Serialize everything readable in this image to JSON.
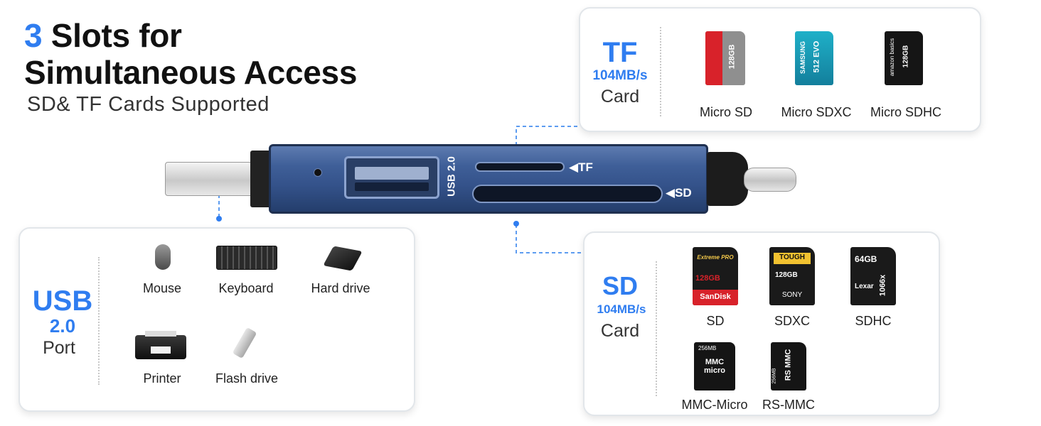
{
  "headline": {
    "number": "3",
    "line1_rest": " Slots for",
    "line2": "Simultaneous Access",
    "subtitle": "SD& TF Cards Supported"
  },
  "device": {
    "usb_label": "USB 2.0",
    "tf_slot_label": "◀TF",
    "sd_slot_label": "◀SD"
  },
  "tf_panel": {
    "title": "TF",
    "speed": "104MB/s",
    "card": "Card",
    "cards": [
      {
        "name": "Micro SD",
        "art_text": "128GB"
      },
      {
        "name": "Micro SDXC",
        "art_text": "512 EVO",
        "brand": "SAMSUNG"
      },
      {
        "name": "Micro SDHC",
        "art_text": "128GB",
        "brand": "amazon basics"
      }
    ]
  },
  "usb_panel": {
    "title": "USB",
    "version": "2.0",
    "port": "Port",
    "devices": [
      {
        "name": "Mouse"
      },
      {
        "name": "Keyboard"
      },
      {
        "name": "Hard drive"
      },
      {
        "name": "Printer"
      },
      {
        "name": "Flash drive"
      }
    ]
  },
  "sd_panel": {
    "title": "SD",
    "speed": "104MB/s",
    "card": "Card",
    "cards": [
      {
        "name": "SD",
        "brand": "SanDisk",
        "line": "Extreme PRO",
        "capacity": "128GB"
      },
      {
        "name": "SDXC",
        "brand": "SONY",
        "line": "TOUGH",
        "capacity": "128GB"
      },
      {
        "name": "SDHC",
        "brand": "Lexar",
        "line": "1066x",
        "capacity": "64GB"
      },
      {
        "name": "MMC-Micro",
        "brand": "MMC micro",
        "capacity": "256MB"
      },
      {
        "name": "RS-MMC",
        "brand": "RS MMC",
        "capacity": "256MB"
      }
    ]
  },
  "colors": {
    "accent": "#2f7df0",
    "device_blue": "#34528a",
    "card_red": "#d8222a",
    "card_teal": "#1a9cc0"
  }
}
